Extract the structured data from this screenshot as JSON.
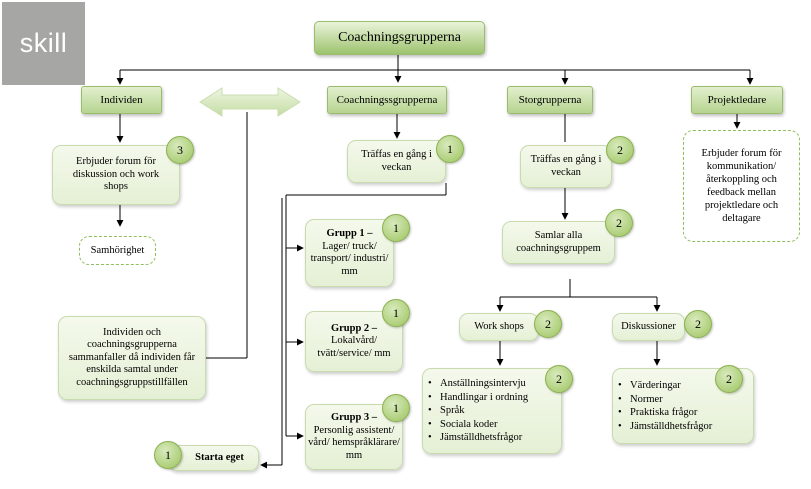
{
  "logo": "skill",
  "title": "Coachningsgrupperna",
  "top_branches": {
    "individen": "Individen",
    "coachningsgrupperna": "Coachningssgrupperna",
    "storgrupperna": "Storgrupperna",
    "projektledare": "Projektledare"
  },
  "left": {
    "forum": "Erbjuder forum för diskussion och work shops",
    "forum_badge": "3",
    "samhorighet": "Samhörighet",
    "individen_note": "Individen och coachningsgrupperna sammanfaller då individen får enskilda samtal under coachningsgruppstillfällen"
  },
  "middle": {
    "traffas": "Träffas en gång i veckan",
    "traffas_badge": "1",
    "groups": [
      {
        "title": "Grupp 1 –",
        "text": "Lager/ truck/ transport/ industri/ mm",
        "badge": "1"
      },
      {
        "title": "Grupp 2 –",
        "text": "Lokalvård/ tvätt/service/ mm",
        "badge": "1"
      },
      {
        "title": "Grupp 3 –",
        "text": "Personlig assistent/ vård/ hemspråklärare/ mm",
        "badge": "1"
      }
    ],
    "starta": "Starta eget",
    "starta_badge": "1"
  },
  "storgrupp": {
    "traffas": "Träffas en gång i veckan",
    "traffas_badge": "2",
    "samlar": "Samlar alla coachningsgruppem",
    "samlar_badge": "2",
    "workshops": "Work shops",
    "workshops_badge": "2",
    "diskussioner": "Diskussioner",
    "diskussioner_badge": "2",
    "workshops_list": [
      "Anställningsintervju",
      "Handlingar i ordning",
      "Språk",
      "Sociala koder",
      "Jämställdhetsfrågor"
    ],
    "workshops_list_badge": "2",
    "diskussioner_list": [
      "Värderingar",
      "Normer",
      "Praktiska frågor",
      "Jämställdhetsfrågor"
    ],
    "diskussioner_list_badge": "2"
  },
  "projektledare": {
    "forum": "Erbjuder forum för kommunikation/ återkoppling och feedback mellan projektledare och deltagare"
  }
}
